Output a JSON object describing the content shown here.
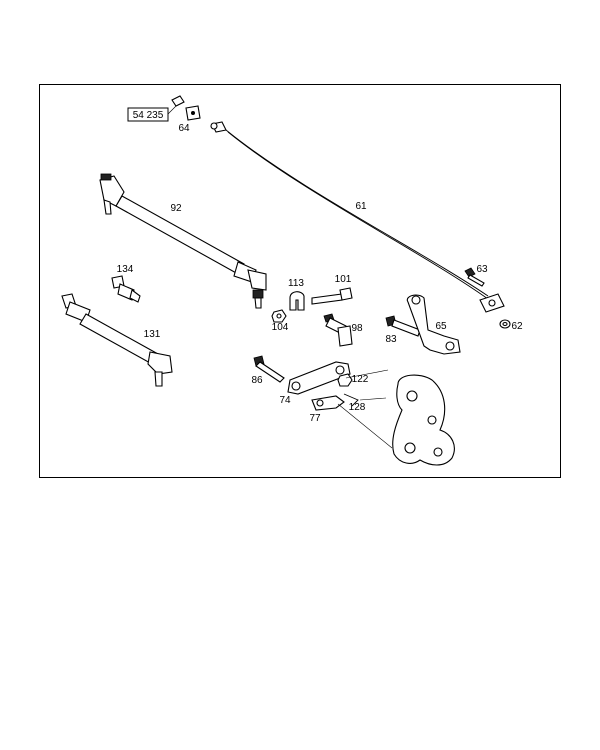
{
  "reference_box": "54 235",
  "callouts": {
    "c61": "61",
    "c62": "62",
    "c63": "63",
    "c64": "64",
    "c65": "65",
    "c74": "74",
    "c77": "77",
    "c83": "83",
    "c86": "86",
    "c92": "92",
    "c98": "98",
    "c101": "101",
    "c104": "104",
    "c113": "113",
    "c122": "122",
    "c128": "128",
    "c131": "131",
    "c134": "134"
  }
}
